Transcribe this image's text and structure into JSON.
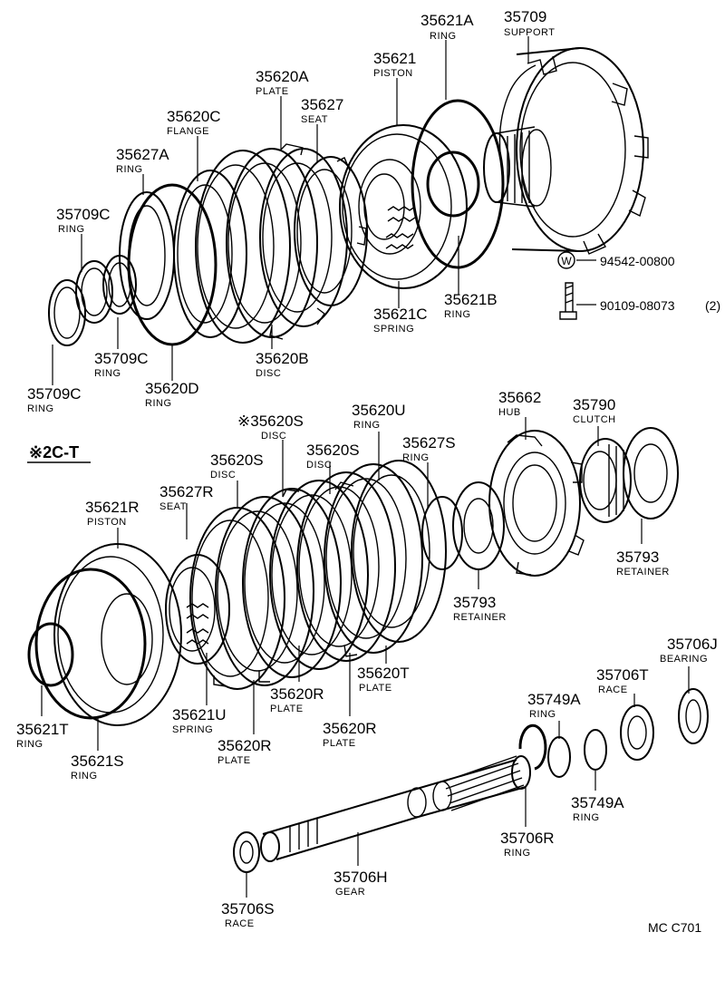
{
  "labels": [
    {
      "id": "35709",
      "num": "35709",
      "name": "SUPPORT"
    },
    {
      "id": "35621A",
      "num": "35621A",
      "name": "RING"
    },
    {
      "id": "35621",
      "num": "35621",
      "name": "PISTON"
    },
    {
      "id": "35620A",
      "num": "35620A",
      "name": "PLATE"
    },
    {
      "id": "35627",
      "num": "35627",
      "name": "SEAT"
    },
    {
      "id": "35620C",
      "num": "35620C",
      "name": "FLANGE"
    },
    {
      "id": "35627A",
      "num": "35627A",
      "name": "RING"
    },
    {
      "id": "35709C-1",
      "num": "35709C",
      "name": "RING"
    },
    {
      "id": "35621B",
      "num": "35621B",
      "name": "RING"
    },
    {
      "id": "35621C",
      "num": "35621C",
      "name": "SPRING"
    },
    {
      "id": "35709C-2",
      "num": "35709C",
      "name": "RING"
    },
    {
      "id": "35620B",
      "num": "35620B",
      "name": "DISC"
    },
    {
      "id": "35620D",
      "num": "35620D",
      "name": "RING"
    },
    {
      "id": "35709C-3",
      "num": "35709C",
      "name": "RING"
    },
    {
      "id": "35620U",
      "num": "35620U",
      "name": "RING"
    },
    {
      "id": "35662",
      "num": "35662",
      "name": "HUB"
    },
    {
      "id": "35790",
      "num": "35790",
      "name": "CLUTCH"
    },
    {
      "id": "35620S-1",
      "num": "※35620S",
      "name": "DISC"
    },
    {
      "id": "35620S-2",
      "num": "35620S",
      "name": "DISC"
    },
    {
      "id": "35627S",
      "num": "35627S",
      "name": "RING"
    },
    {
      "id": "35620S-3",
      "num": "35620S",
      "name": "DISC"
    },
    {
      "id": "35627R",
      "num": "35627R",
      "name": "SEAT"
    },
    {
      "id": "35621R",
      "num": "35621R",
      "name": "PISTON"
    },
    {
      "id": "35793-1",
      "num": "35793",
      "name": "RETAINER"
    },
    {
      "id": "35793-2",
      "num": "35793",
      "name": "RETAINER"
    },
    {
      "id": "35706J",
      "num": "35706J",
      "name": "BEARING"
    },
    {
      "id": "35706T",
      "num": "35706T",
      "name": "RACE"
    },
    {
      "id": "35620T",
      "num": "35620T",
      "name": "PLATE"
    },
    {
      "id": "35620R-1",
      "num": "35620R",
      "name": "PLATE"
    },
    {
      "id": "35621U",
      "num": "35621U",
      "name": "SPRING"
    },
    {
      "id": "35620R-2",
      "num": "35620R",
      "name": "PLATE"
    },
    {
      "id": "35620R-3",
      "num": "35620R",
      "name": "PLATE"
    },
    {
      "id": "35621T",
      "num": "35621T",
      "name": "RING"
    },
    {
      "id": "35621S",
      "num": "35621S",
      "name": "RING"
    },
    {
      "id": "35749A-1",
      "num": "35749A",
      "name": "RING"
    },
    {
      "id": "35749A-2",
      "num": "35749A",
      "name": "RING"
    },
    {
      "id": "35706R",
      "num": "35706R",
      "name": "RING"
    },
    {
      "id": "35706H",
      "num": "35706H",
      "name": "GEAR"
    },
    {
      "id": "35706S",
      "num": "35706S",
      "name": "RACE"
    }
  ],
  "callouts": [
    {
      "id": "washer",
      "symbol": "W",
      "text": "94542-00800"
    },
    {
      "id": "bolt",
      "text": "90109-08073",
      "qty": "(2)"
    }
  ],
  "section_mark": "※2C-T",
  "figure_code": "MC  C701"
}
